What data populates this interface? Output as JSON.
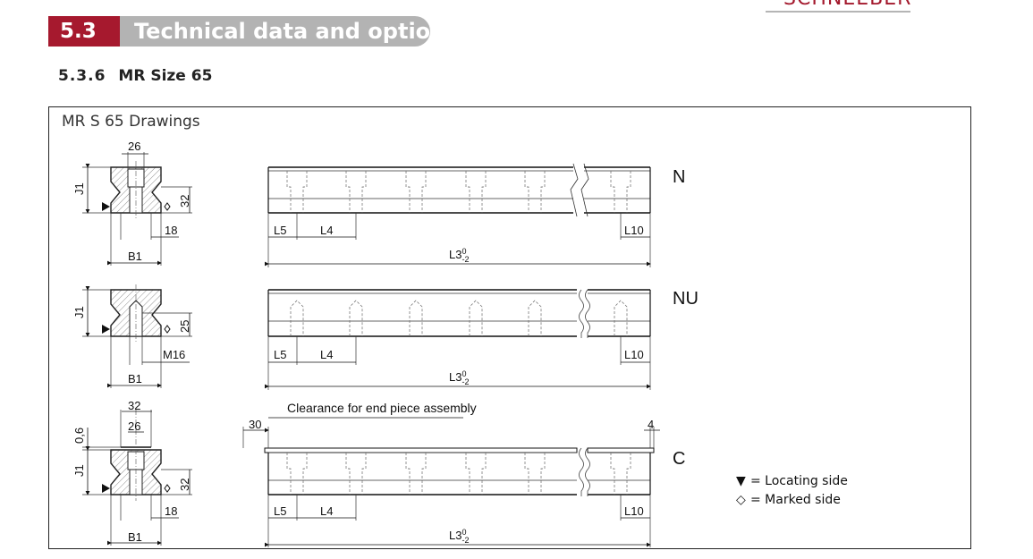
{
  "header": {
    "brand": "SCHNEEBERGER",
    "section_number": "5.3",
    "section_title": "Technical data and options",
    "subsection_number": "5.3.6",
    "subsection_title": "MR Size 65"
  },
  "drawing": {
    "title": "MR S 65 Drawings",
    "variants": [
      {
        "code": "N",
        "dims": {
          "top_width": "26",
          "height": "J1",
          "thread_depth": "32",
          "hole": "18",
          "width": "B1"
        }
      },
      {
        "code": "NU",
        "dims": {
          "height": "J1",
          "thread_depth": "25",
          "hole": "M16",
          "width": "B1"
        }
      },
      {
        "code": "C",
        "dims": {
          "cover_width": "32",
          "top_width": "26",
          "cover_thickness": "0,6",
          "height": "J1",
          "thread_depth": "32",
          "hole": "18",
          "width": "B1"
        }
      }
    ],
    "length_labels": {
      "l5": "L5",
      "l4": "L4",
      "l10": "L10",
      "l3": "L3",
      "l3_tol_upper": "0",
      "l3_tol_lower": "-2"
    },
    "c_annotation": {
      "text": "Clearance for end piece assembly",
      "left_dim": "30",
      "right_dim": "4"
    },
    "legend": [
      {
        "symbol": "▼",
        "icon": "filled-triangle",
        "text": "= Locating side"
      },
      {
        "symbol": "◇",
        "icon": "hollow-diamond",
        "text": "= Marked side"
      }
    ]
  },
  "colors": {
    "accent": "#a6192e",
    "pill": "#b3b3b3"
  }
}
